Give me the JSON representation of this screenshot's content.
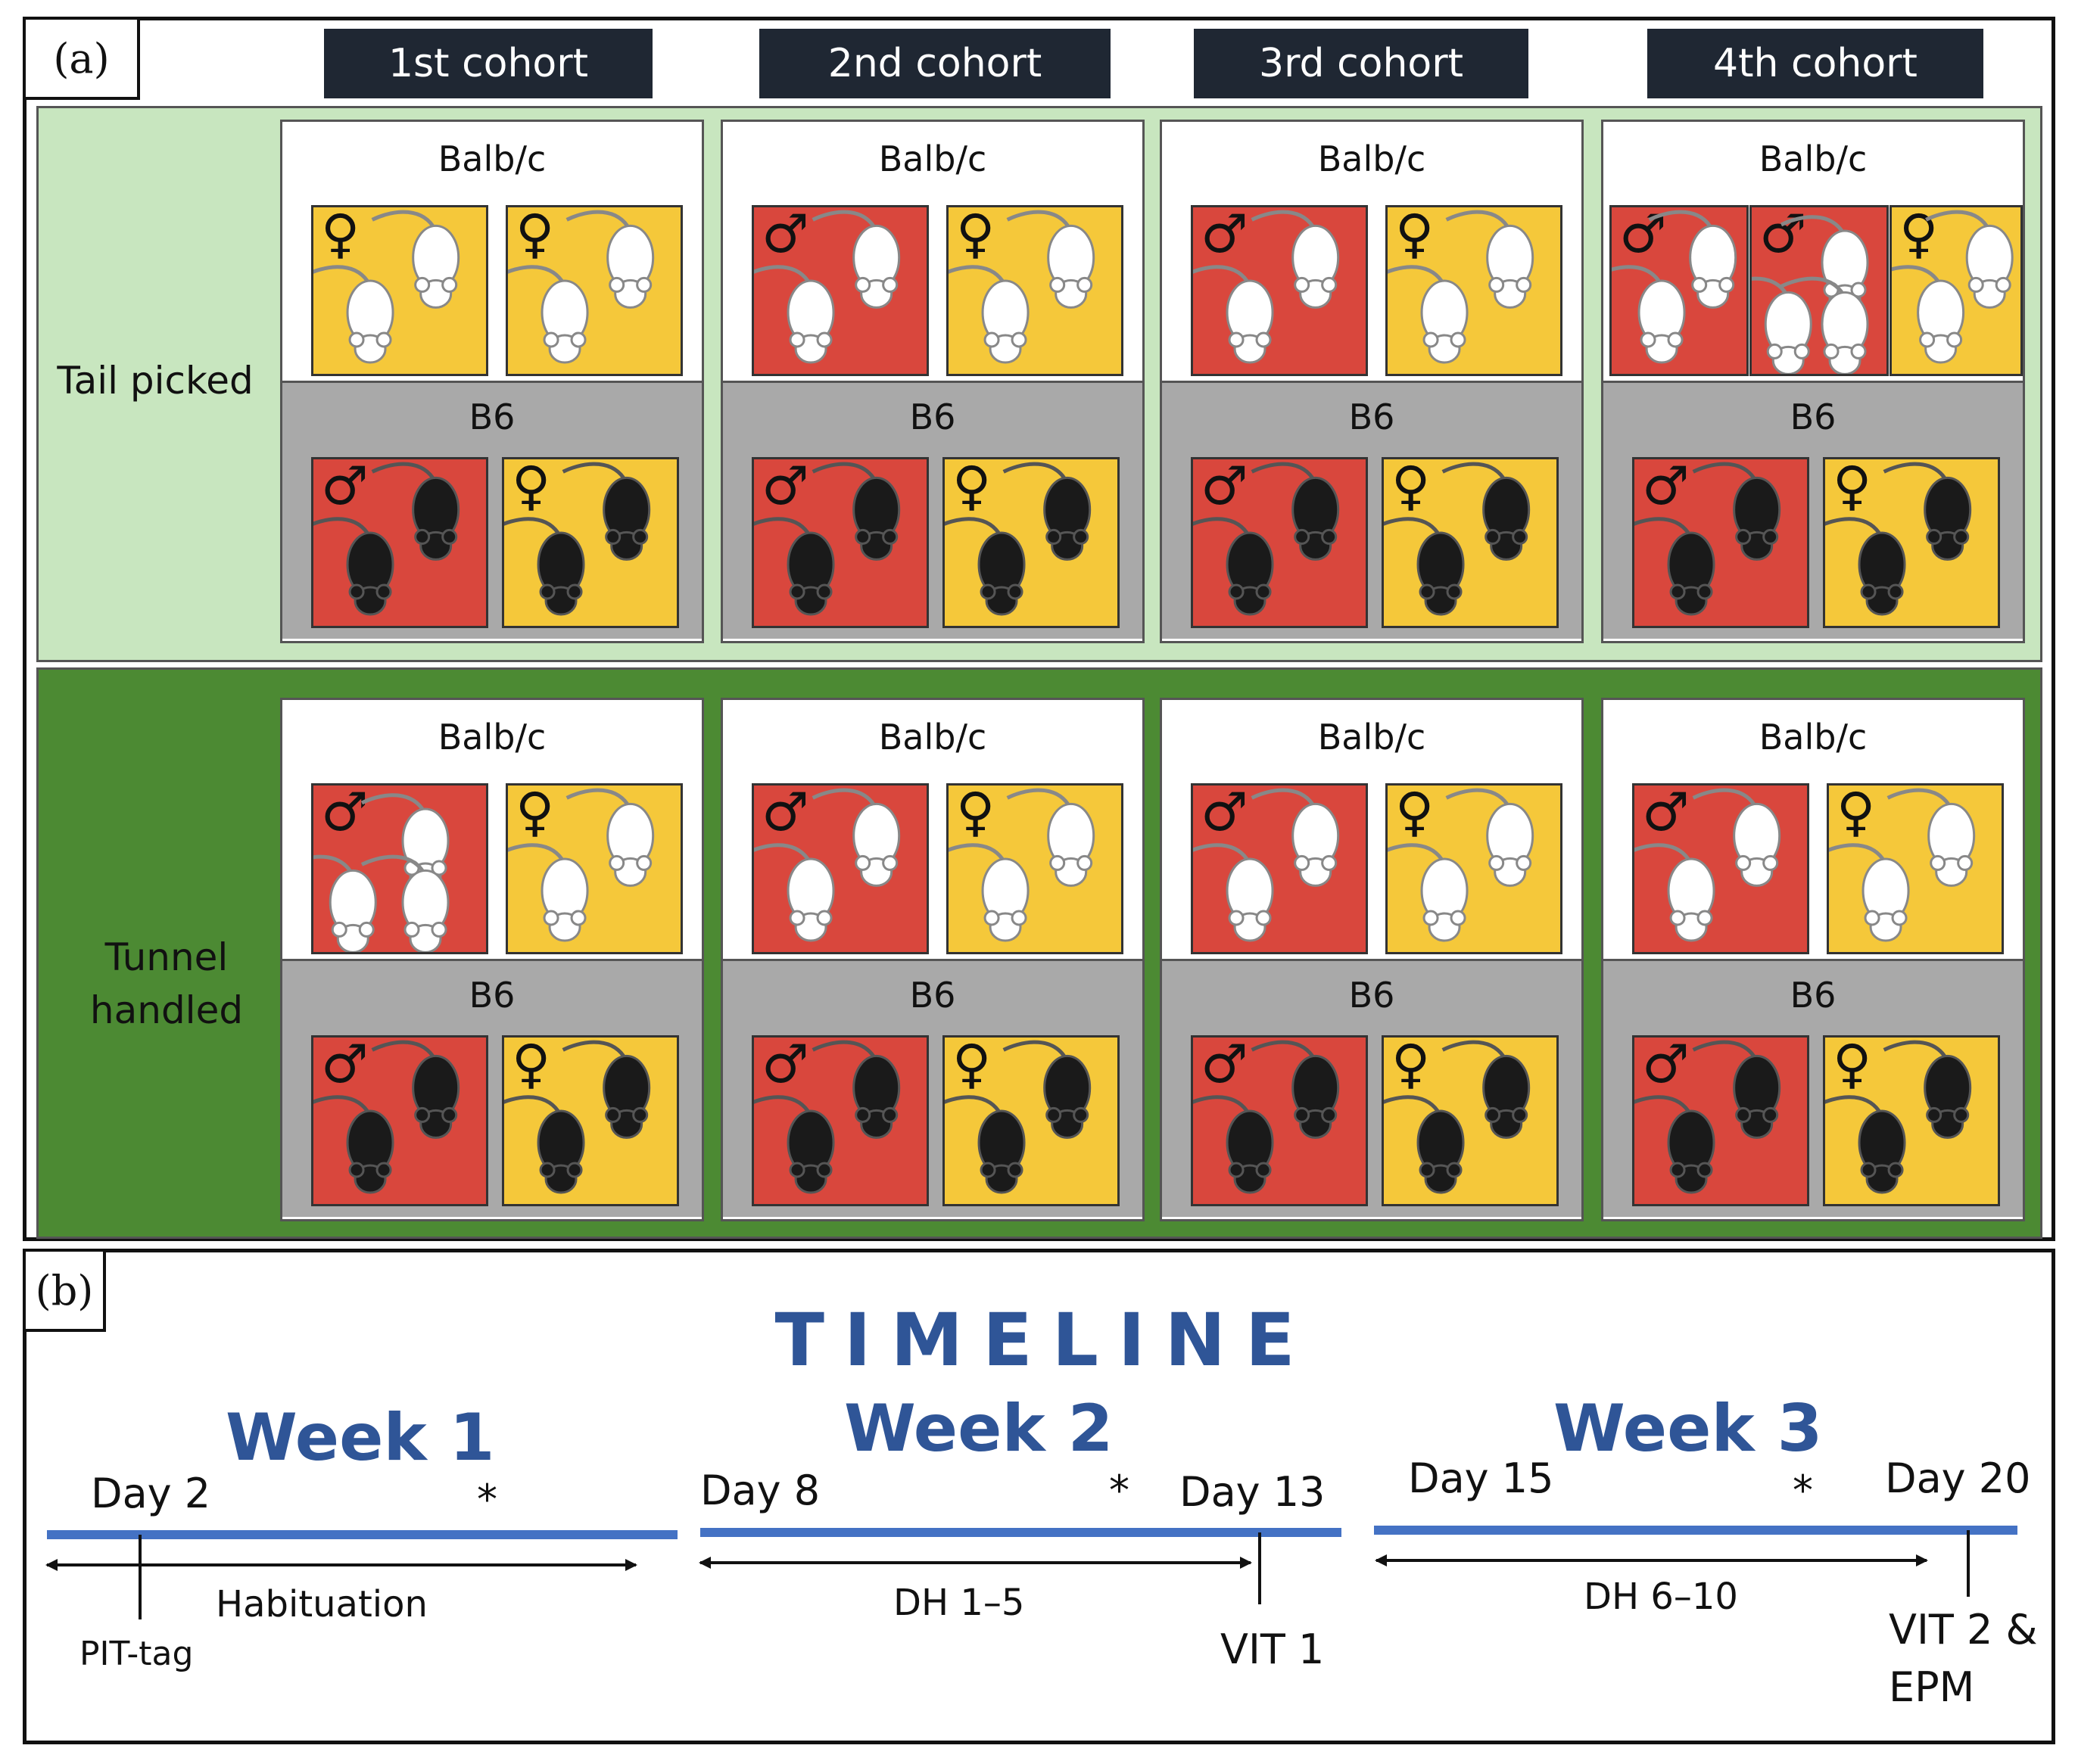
{
  "panel_a": {
    "label": "(a)",
    "cohorts": [
      "1st cohort",
      "2nd cohort",
      "3rd cohort",
      "4th cohort"
    ],
    "groups": [
      {
        "name": "Tail picked",
        "name_lines": [
          "Tail picked"
        ]
      },
      {
        "name": "Tunnel handled",
        "name_lines": [
          "Tunnel",
          "handled"
        ]
      }
    ],
    "strains": {
      "albino": "Balb/c",
      "black": "B6"
    },
    "sex_symbols": {
      "male": "♂",
      "female": "♀"
    },
    "cages": {
      "tail_picked": [
        {
          "balb": [
            {
              "sex": "female",
              "mice": 2
            },
            {
              "sex": "female",
              "mice": 2
            }
          ],
          "b6": [
            {
              "sex": "male",
              "mice": 2
            },
            {
              "sex": "female",
              "mice": 2
            }
          ]
        },
        {
          "balb": [
            {
              "sex": "male",
              "mice": 2
            },
            {
              "sex": "female",
              "mice": 2
            }
          ],
          "b6": [
            {
              "sex": "male",
              "mice": 2
            },
            {
              "sex": "female",
              "mice": 2
            }
          ]
        },
        {
          "balb": [
            {
              "sex": "male",
              "mice": 2
            },
            {
              "sex": "female",
              "mice": 2
            }
          ],
          "b6": [
            {
              "sex": "male",
              "mice": 2
            },
            {
              "sex": "female",
              "mice": 2
            }
          ]
        },
        {
          "balb": [
            {
              "sex": "male",
              "mice": 2
            },
            {
              "sex": "male",
              "mice": 3
            },
            {
              "sex": "female",
              "mice": 2
            }
          ],
          "b6": [
            {
              "sex": "male",
              "mice": 2
            },
            {
              "sex": "female",
              "mice": 2
            }
          ]
        }
      ],
      "tunnel_handled": [
        {
          "balb": [
            {
              "sex": "male",
              "mice": 3
            },
            {
              "sex": "female",
              "mice": 2
            }
          ],
          "b6": [
            {
              "sex": "male",
              "mice": 2
            },
            {
              "sex": "female",
              "mice": 2
            }
          ]
        },
        {
          "balb": [
            {
              "sex": "male",
              "mice": 2
            },
            {
              "sex": "female",
              "mice": 2
            }
          ],
          "b6": [
            {
              "sex": "male",
              "mice": 2
            },
            {
              "sex": "female",
              "mice": 2
            }
          ]
        },
        {
          "balb": [
            {
              "sex": "male",
              "mice": 2
            },
            {
              "sex": "female",
              "mice": 2
            }
          ],
          "b6": [
            {
              "sex": "male",
              "mice": 2
            },
            {
              "sex": "female",
              "mice": 2
            }
          ]
        },
        {
          "balb": [
            {
              "sex": "male",
              "mice": 2
            },
            {
              "sex": "female",
              "mice": 2
            }
          ],
          "b6": [
            {
              "sex": "male",
              "mice": 2
            },
            {
              "sex": "female",
              "mice": 2
            }
          ]
        }
      ]
    },
    "colors": {
      "tail_picked_band": "#c8e6bf",
      "tunnel_handled_band": "#4c8a33",
      "male_cage": "#d9473d",
      "female_cage": "#f5c83a",
      "b6_background": "#a9a9a9",
      "cohort_header": "#1f2733"
    }
  },
  "panel_b": {
    "label": "(b)",
    "title": "TIMELINE",
    "weeks": [
      {
        "label": "Week 1",
        "day_labels": [
          "Day 2"
        ],
        "asterisk": "*",
        "span_label": "Habituation",
        "event_labels": [
          "PIT-tag"
        ]
      },
      {
        "label": "Week 2",
        "day_labels": [
          "Day 8",
          "Day 13"
        ],
        "asterisk": "*",
        "span_label": "DH 1–5",
        "event_labels": [
          "VIT 1"
        ]
      },
      {
        "label": "Week 3",
        "day_labels": [
          "Day 15",
          "Day 20"
        ],
        "asterisk": "*",
        "span_label": "DH 6–10",
        "event_labels": [
          "VIT 2 &",
          "EPM"
        ]
      }
    ],
    "colors": {
      "title": "#2f5597",
      "timeline_bar": "#4472c4"
    }
  }
}
